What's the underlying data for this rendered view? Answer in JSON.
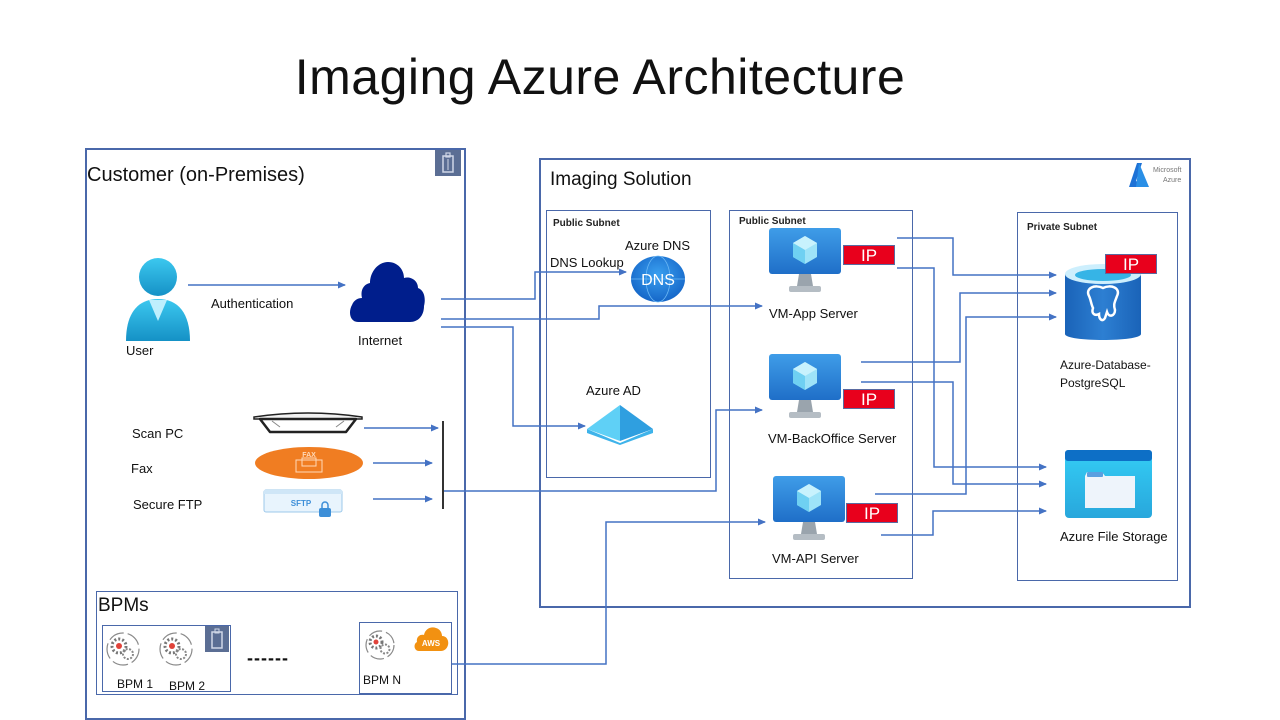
{
  "title": "Imaging Azure Architecture",
  "customer": {
    "label": "Customer (on-Premises)",
    "icon": "building-icon",
    "user_label": "User",
    "auth_label": "Authentication",
    "internet_label": "Internet",
    "inputs": [
      {
        "label": "Scan PC",
        "icon": "scanner-icon"
      },
      {
        "label": "Fax",
        "icon": "fax-icon",
        "badge": "FAX"
      },
      {
        "label": "Secure FTP",
        "icon": "sftp-icon",
        "badge": "SFTP"
      }
    ],
    "bpms": {
      "label": "BPMs",
      "items": [
        "BPM 1",
        "BPM 2"
      ],
      "ellipsis": "------",
      "last": "BPM N",
      "aws_badge": "AWS"
    }
  },
  "imaging": {
    "label": "Imaging Solution",
    "azure_logo": {
      "line1": "Microsoft",
      "line2": "Azure"
    },
    "public_subnet_1": {
      "label": "Public Subnet",
      "dns_title": "Azure DNS",
      "dns_badge": "DNS",
      "dns_lookup": "DNS Lookup",
      "ad_title": "Azure AD"
    },
    "public_subnet_2": {
      "label": "Public Subnet",
      "vms": [
        {
          "label": "VM-App Server",
          "ip": "IP"
        },
        {
          "label": "VM-BackOffice Server",
          "ip": "IP"
        },
        {
          "label": "VM-API Server",
          "ip": "IP"
        }
      ]
    },
    "private_subnet": {
      "label": "Private Subnet",
      "db_label_1": "Azure-Database-",
      "db_label_2": "PostgreSQL",
      "db_ip": "IP",
      "storage_label": "Azure File Storage"
    }
  },
  "colors": {
    "border": "#4a68aa",
    "wire": "#4472c4",
    "ip_red": "#e8001c",
    "cloud": "#001e8c",
    "azure_blue": "#1e88e5",
    "orange": "#f07d22"
  }
}
